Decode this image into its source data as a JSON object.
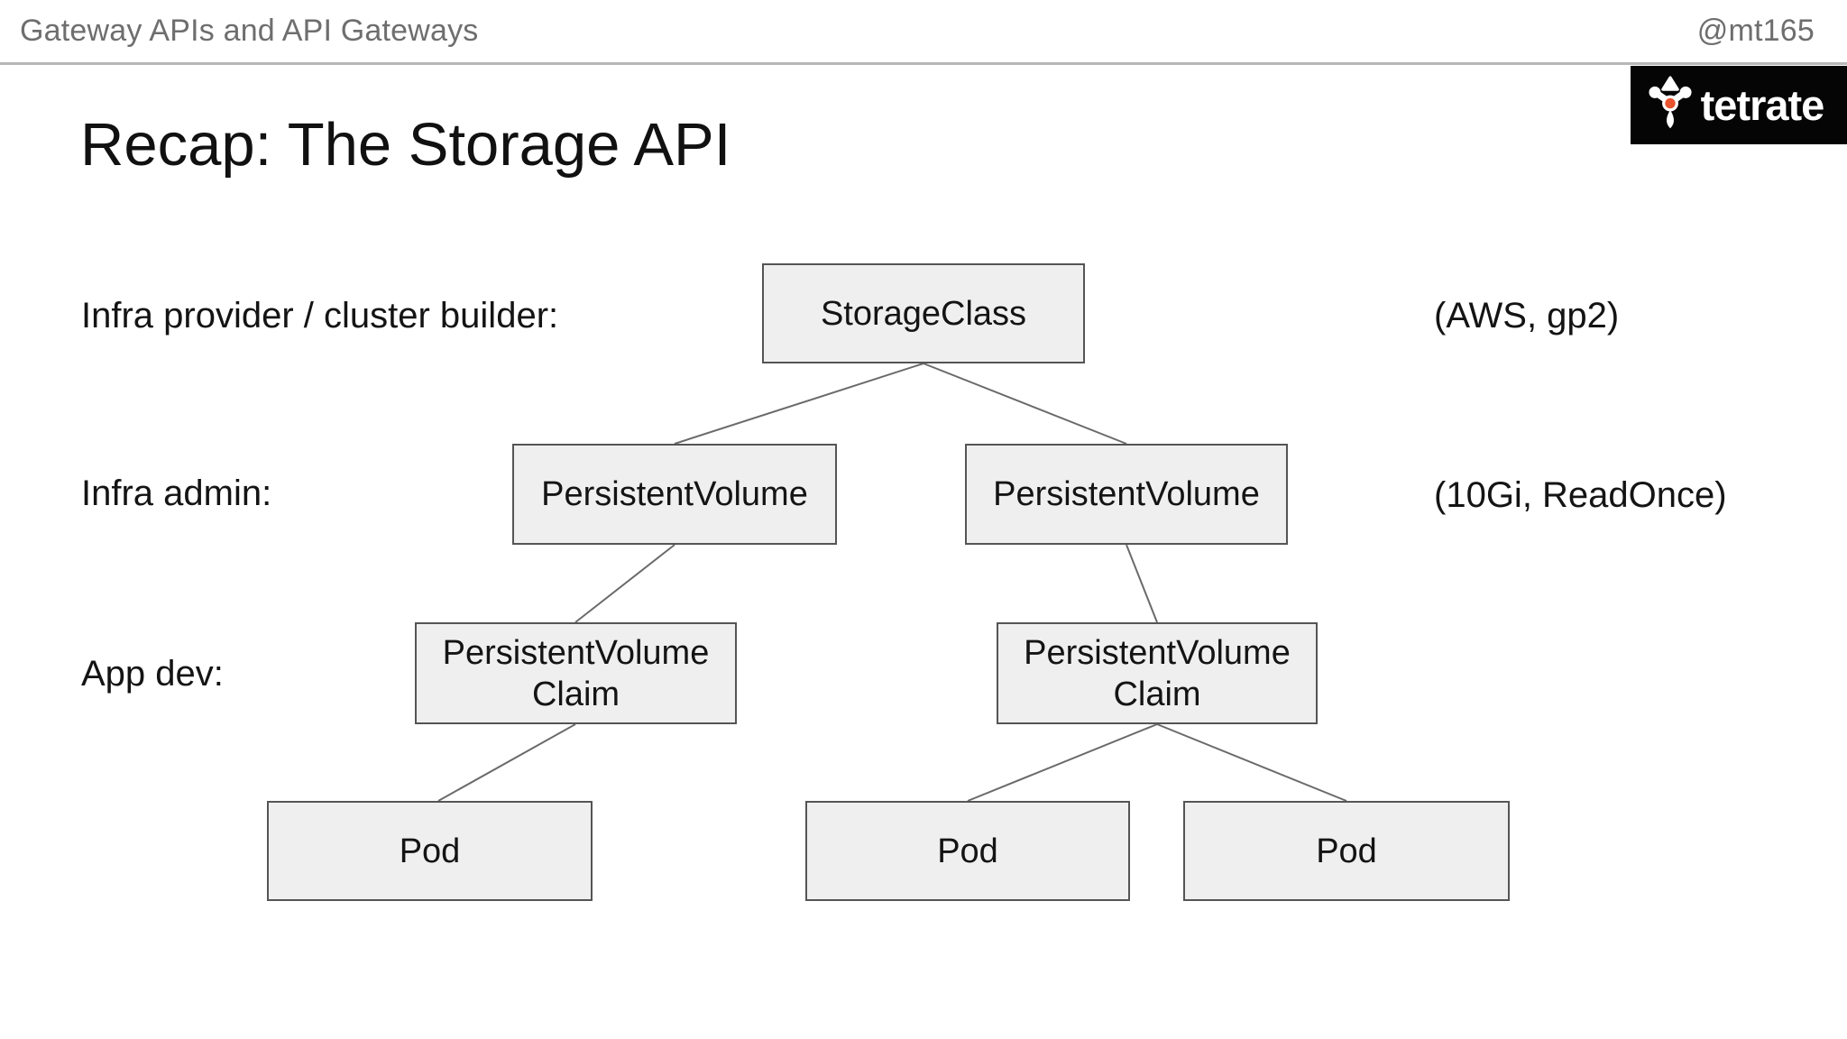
{
  "header": {
    "title": "Gateway APIs and API Gateways",
    "handle": "@mt165"
  },
  "logo": {
    "brand": "tetrate",
    "colors": {
      "background": "#050505",
      "text": "#ffffff",
      "dot": "#e8542f"
    }
  },
  "slide": {
    "title": "Recap: The Storage API"
  },
  "rows": {
    "provider": {
      "label": "Infra provider / cluster builder:",
      "annotation": "(AWS, gp2)"
    },
    "admin": {
      "label": "Infra admin:",
      "annotation": "(10Gi, ReadOnce)"
    },
    "appdev": {
      "label": "App dev:"
    }
  },
  "diagram": {
    "nodes": {
      "storage_class": "StorageClass",
      "pv_left": "PersistentVolume",
      "pv_right": "PersistentVolume",
      "pvc_left": "PersistentVolume Claim",
      "pvc_right": "PersistentVolume Claim",
      "pod_1": "Pod",
      "pod_2": "Pod",
      "pod_3": "Pod"
    },
    "edges": [
      {
        "from": "storage_class",
        "to": "pv_left"
      },
      {
        "from": "storage_class",
        "to": "pv_right"
      },
      {
        "from": "pv_left",
        "to": "pvc_left"
      },
      {
        "from": "pv_right",
        "to": "pvc_right"
      },
      {
        "from": "pvc_left",
        "to": "pod_1"
      },
      {
        "from": "pvc_right",
        "to": "pod_2"
      },
      {
        "from": "pvc_right",
        "to": "pod_3"
      }
    ],
    "colors": {
      "node_fill": "#efefef",
      "node_border": "#555555",
      "edge": "#6a6a6a"
    }
  }
}
